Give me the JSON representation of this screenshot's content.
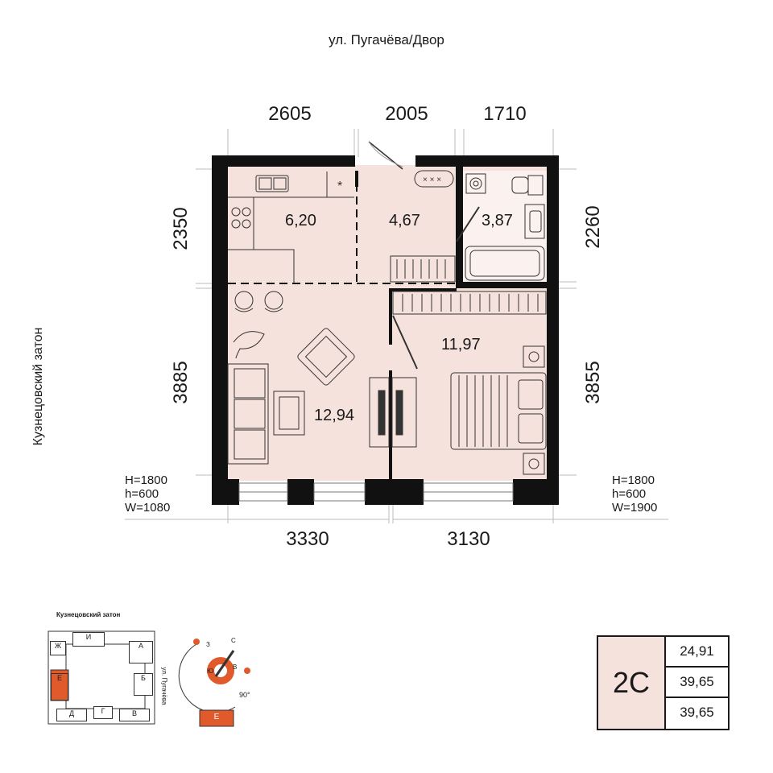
{
  "street_top": "ул. Пугачёва/Двор",
  "street_left": "Кузнецовский затон",
  "dims_top": [
    "2605",
    "2005",
    "1710"
  ],
  "dims_left": [
    "2350",
    "3885"
  ],
  "dims_right": [
    "2260",
    "3855"
  ],
  "dims_bottom": [
    "3330",
    "3130"
  ],
  "rooms": {
    "kitchen": "6,20",
    "hall": "4,67",
    "bath": "3,87",
    "living": "12,94",
    "bedroom": "11,97"
  },
  "windows": {
    "left": {
      "h1": "H=1800",
      "h2": "h=600",
      "w": "W=1080"
    },
    "right": {
      "h1": "H=1800",
      "h2": "h=600",
      "w": "W=1900"
    }
  },
  "keyplan": {
    "title": "Кузнецовский затон",
    "street": "ул. Пугачёва",
    "sections": [
      "Ж",
      "И",
      "А",
      "Б",
      "Е",
      "Д",
      "Г",
      "В"
    ],
    "highlight": "Е",
    "highlight_color": "#e05a2b"
  },
  "compass": {
    "letters": [
      "З",
      "С",
      "Ю",
      "В"
    ],
    "angle": "90°",
    "section_label": "Е"
  },
  "card": {
    "type": "2С",
    "values": [
      "24,91",
      "39,65",
      "39,65"
    ]
  },
  "colors": {
    "room_fill": "#f6e2dd",
    "wall": "#111111",
    "accent": "#e05a2b"
  }
}
